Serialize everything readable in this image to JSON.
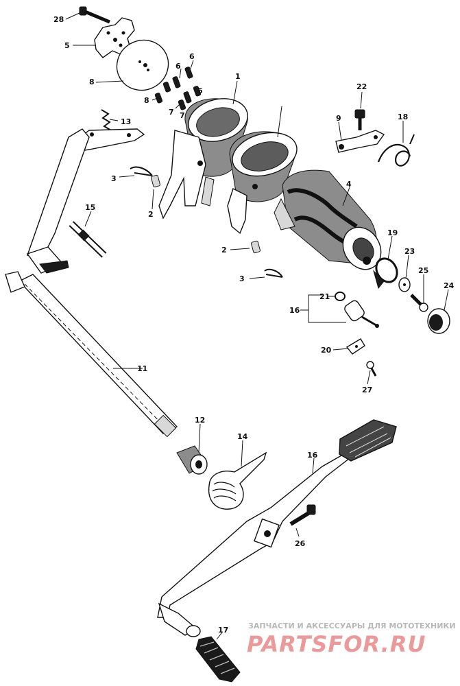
{
  "callouts": {
    "p1": "1",
    "p2a": "2",
    "p2b": "2",
    "p3a": "3",
    "p3b": "3",
    "p4": "4",
    "p5": "5",
    "p6a": "6",
    "p6b": "6",
    "p6c": "6",
    "p7a": "7",
    "p7b": "7",
    "p8a": "8",
    "p8b": "8",
    "p9": "9",
    "p11": "11",
    "p12": "12",
    "p13": "13",
    "p14": "14",
    "p15": "15",
    "p16a": "16",
    "p16b": "16",
    "p17": "17",
    "p18": "18",
    "p19": "19",
    "p20": "20",
    "p21": "21",
    "p22": "22",
    "p23": "23",
    "p24": "24",
    "p25": "25",
    "p26": "26",
    "p27": "27",
    "p28": "28"
  },
  "watermark": {
    "caption": "ЗАПЧАСТИ И АКСЕССУАРЫ ДЛЯ МОТОТЕХНИКИ",
    "brand": "PARTSFOR.RU"
  }
}
